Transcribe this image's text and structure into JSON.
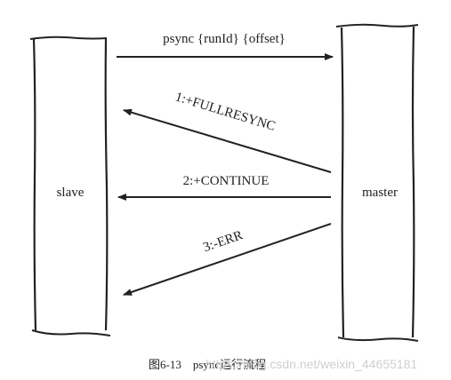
{
  "participants": {
    "left": "slave",
    "right": "master"
  },
  "messages": [
    {
      "id": "psync",
      "label": "psync {runId} {offset}",
      "direction": "slave-to-master"
    },
    {
      "id": "fullresync",
      "label": "1:+FULLRESYNC",
      "direction": "master-to-slave"
    },
    {
      "id": "continue",
      "label": "2:+CONTINUE",
      "direction": "master-to-slave"
    },
    {
      "id": "err",
      "label": "3:-ERR",
      "direction": "master-to-slave"
    }
  ],
  "caption": "图6-13　psync运行流程",
  "watermark": "https://blog.csdn.net/weixin_44655181",
  "colors": {
    "ink": "#222222",
    "watermark": "#cfcfcf"
  }
}
